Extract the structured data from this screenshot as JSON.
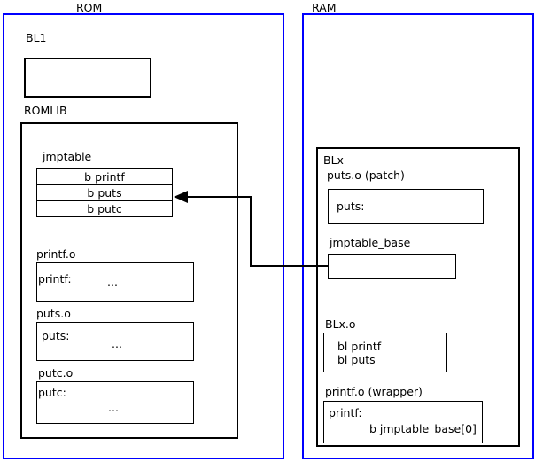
{
  "diagram": {
    "title_rom": "ROM",
    "title_ram": "RAM",
    "accent_region_color": "#0000ff",
    "line_color": "#000000",
    "background": "#ffffff"
  },
  "rom": {
    "label": "ROM",
    "bl1": {
      "label": "BL1",
      "body": ""
    },
    "romlib": {
      "label": "ROMLIB",
      "jmptable": {
        "label": "jmptable",
        "entries": [
          "b printf",
          "b puts",
          "b putc"
        ]
      },
      "objects": [
        {
          "label": "printf.o",
          "symbol": "printf:",
          "body": "..."
        },
        {
          "label": "puts.o",
          "symbol": "puts:",
          "body": "..."
        },
        {
          "label": "putc.o",
          "symbol": "putc:",
          "body": "..."
        }
      ]
    }
  },
  "ram": {
    "label": "RAM",
    "blx": {
      "label": "BLx",
      "patch": {
        "label": "puts.o (patch)",
        "symbol": "puts:"
      },
      "jmptable_base": {
        "label": "jmptable_base",
        "body": ""
      },
      "blx_o": {
        "label": "BLx.o",
        "line1": "bl printf",
        "line2": "bl puts"
      },
      "wrapper": {
        "label": "printf.o (wrapper)",
        "symbol": "printf:",
        "instruction": "b jmptable_base[0]"
      }
    }
  },
  "connector": {
    "name": "jmptable-base-to-jmptable-puts",
    "from": "jmptable_base",
    "to": "b puts"
  }
}
